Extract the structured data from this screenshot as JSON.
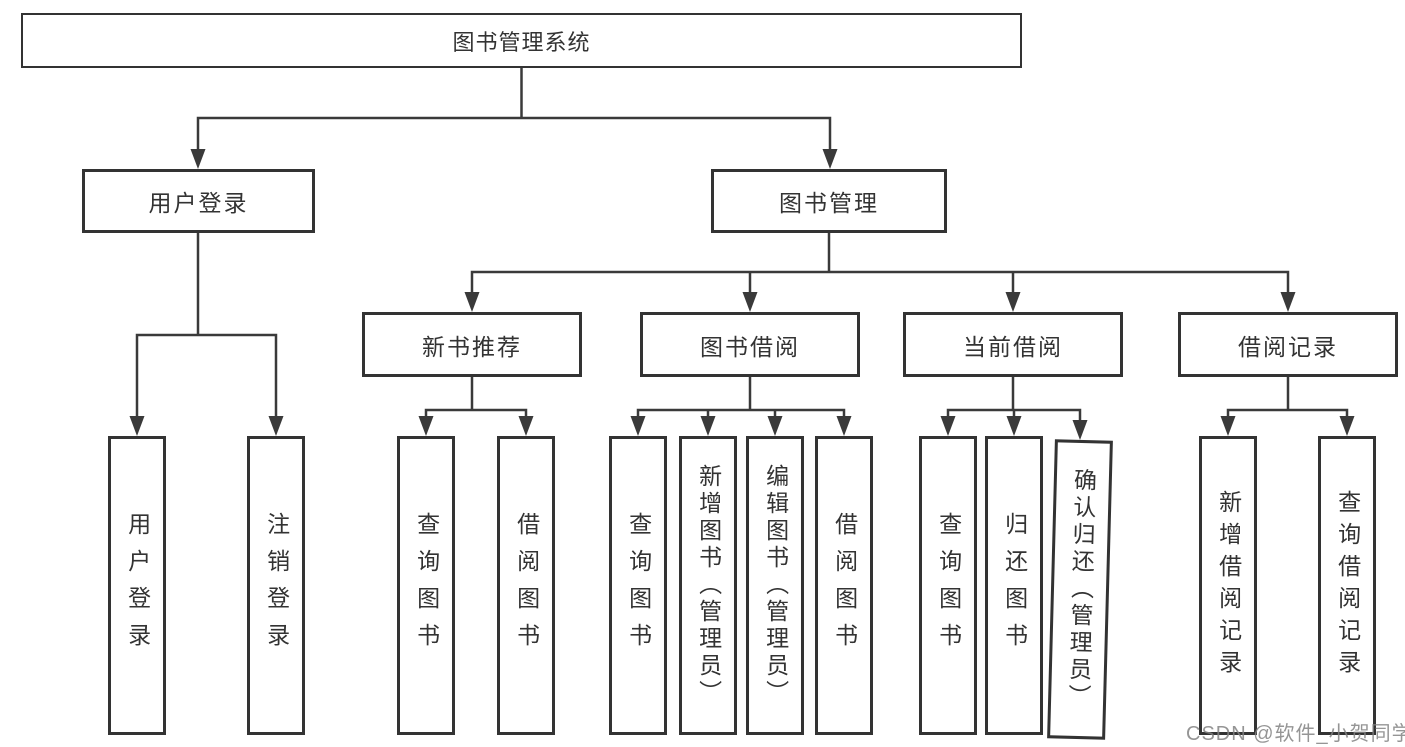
{
  "tree": {
    "root": {
      "label": "图书管理系统"
    },
    "level2": [
      {
        "label": "用户登录",
        "children": [
          {
            "label": "用户登录"
          },
          {
            "label": "注销登录"
          }
        ]
      },
      {
        "label": "图书管理",
        "children": [
          {
            "label": "新书推荐",
            "children": [
              {
                "label": "查询图书"
              },
              {
                "label": "借阅图书"
              }
            ]
          },
          {
            "label": "图书借阅",
            "children": [
              {
                "label": "查询图书"
              },
              {
                "label": "新增图书（管理员）"
              },
              {
                "label": "编辑图书（管理员）"
              },
              {
                "label": "借阅图书"
              }
            ]
          },
          {
            "label": "当前借阅",
            "children": [
              {
                "label": "查询图书"
              },
              {
                "label": "归还图书"
              },
              {
                "label": "确认归还（管理员）"
              }
            ]
          },
          {
            "label": "借阅记录",
            "children": [
              {
                "label": "新增借阅记录"
              },
              {
                "label": "查询借阅记录"
              }
            ]
          }
        ]
      }
    ]
  },
  "watermark": "CSDN @软件_小贺同学",
  "colors": {
    "line": "#3a3a3a",
    "box_border": "#333333",
    "text": "#333333",
    "background": "#ffffff",
    "watermark": "#828282"
  }
}
